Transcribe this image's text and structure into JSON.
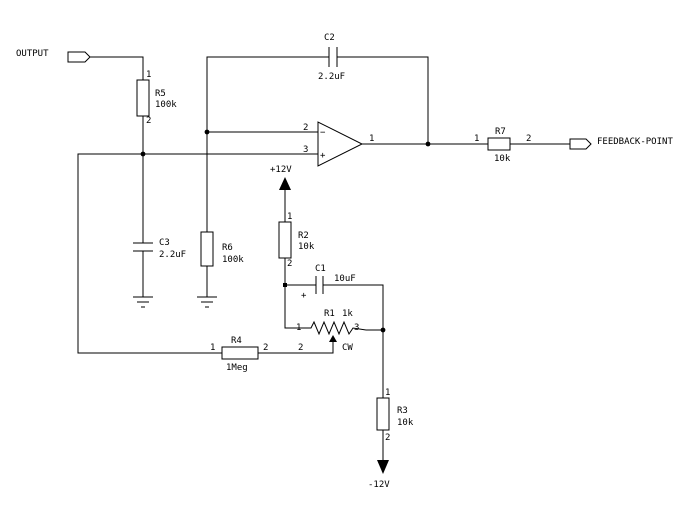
{
  "ports": {
    "output": "OUTPUT",
    "feedback": "FEEDBACK-POINT"
  },
  "rails": {
    "positive": "+12V",
    "negative": "-12V"
  },
  "opamp": {
    "inv": "−",
    "noninv": "+",
    "pin_out": "1",
    "pin_inv": "2",
    "pin_noninv": "3"
  },
  "components": {
    "C1": {
      "ref": "C1",
      "value": "10uF",
      "pol": "+"
    },
    "C2": {
      "ref": "C2",
      "value": "2.2uF"
    },
    "C3": {
      "ref": "C3",
      "value": "2.2uF"
    },
    "R1": {
      "ref": "R1",
      "value": "1k",
      "wiper": "CW"
    },
    "R2": {
      "ref": "R2",
      "value": "10k"
    },
    "R3": {
      "ref": "R3",
      "value": "10k"
    },
    "R4": {
      "ref": "R4",
      "value": "1Meg"
    },
    "R5": {
      "ref": "R5",
      "value": "100k"
    },
    "R6": {
      "ref": "R6",
      "value": "100k"
    },
    "R7": {
      "ref": "R7",
      "value": "10k"
    }
  },
  "pins": {
    "p1": "1",
    "p2": "2",
    "p3": "3"
  }
}
